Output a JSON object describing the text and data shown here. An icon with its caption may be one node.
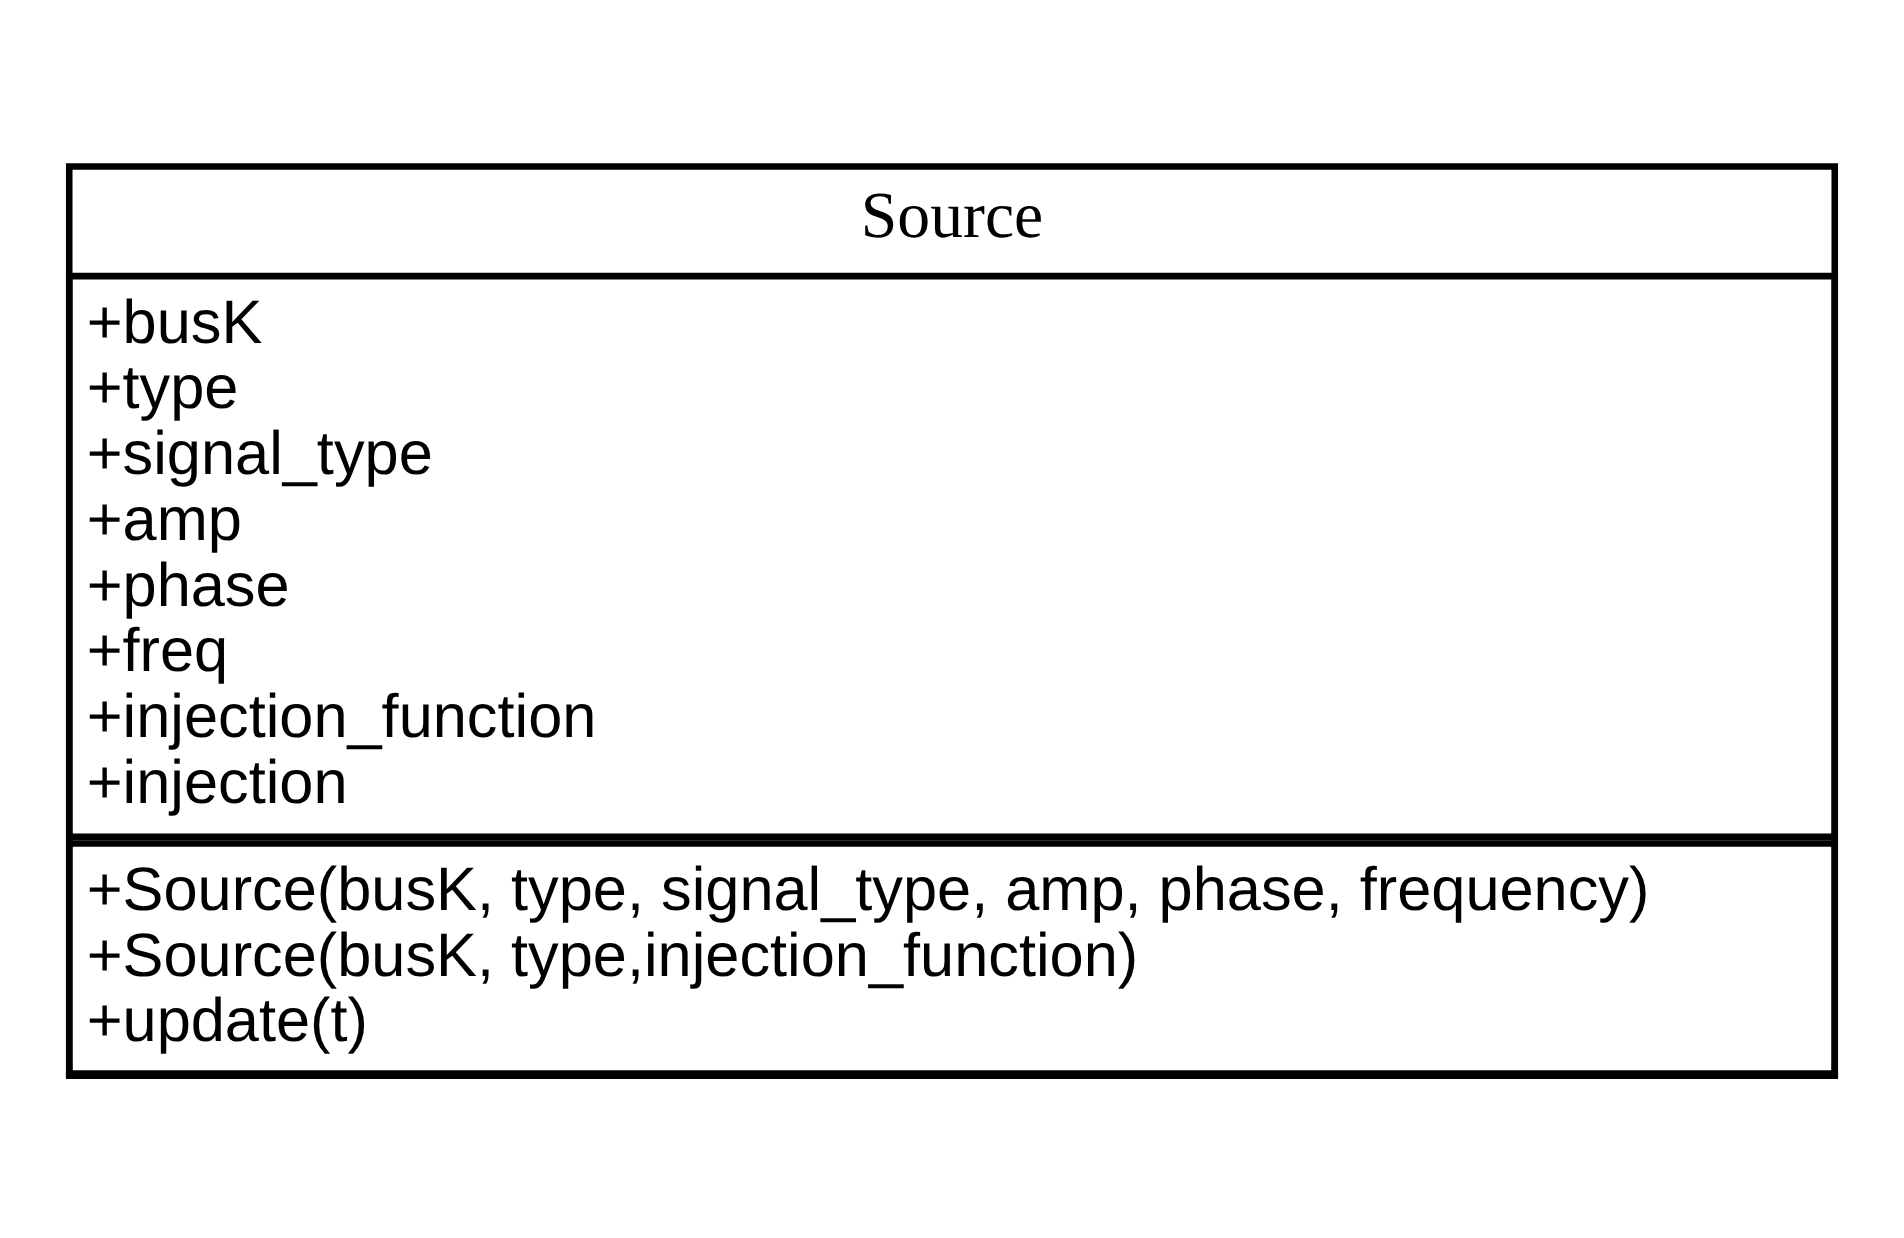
{
  "diagram": {
    "nodes": [
      {
        "text": [
          "Source"
        ]
      },
      {
        "text": [
          "+busK",
          "+type",
          "+signal_type",
          "+amp",
          "+phase",
          "+freq",
          "+injection_function",
          "+injection"
        ],
        "in": 0
      },
      {
        "text": [
          "+Source(busK, type, signal_type, amp, phase, frequency)",
          "+Source(busK, type,injection_function)",
          "+update(t)"
        ],
        "in": 0
      }
    ]
  }
}
